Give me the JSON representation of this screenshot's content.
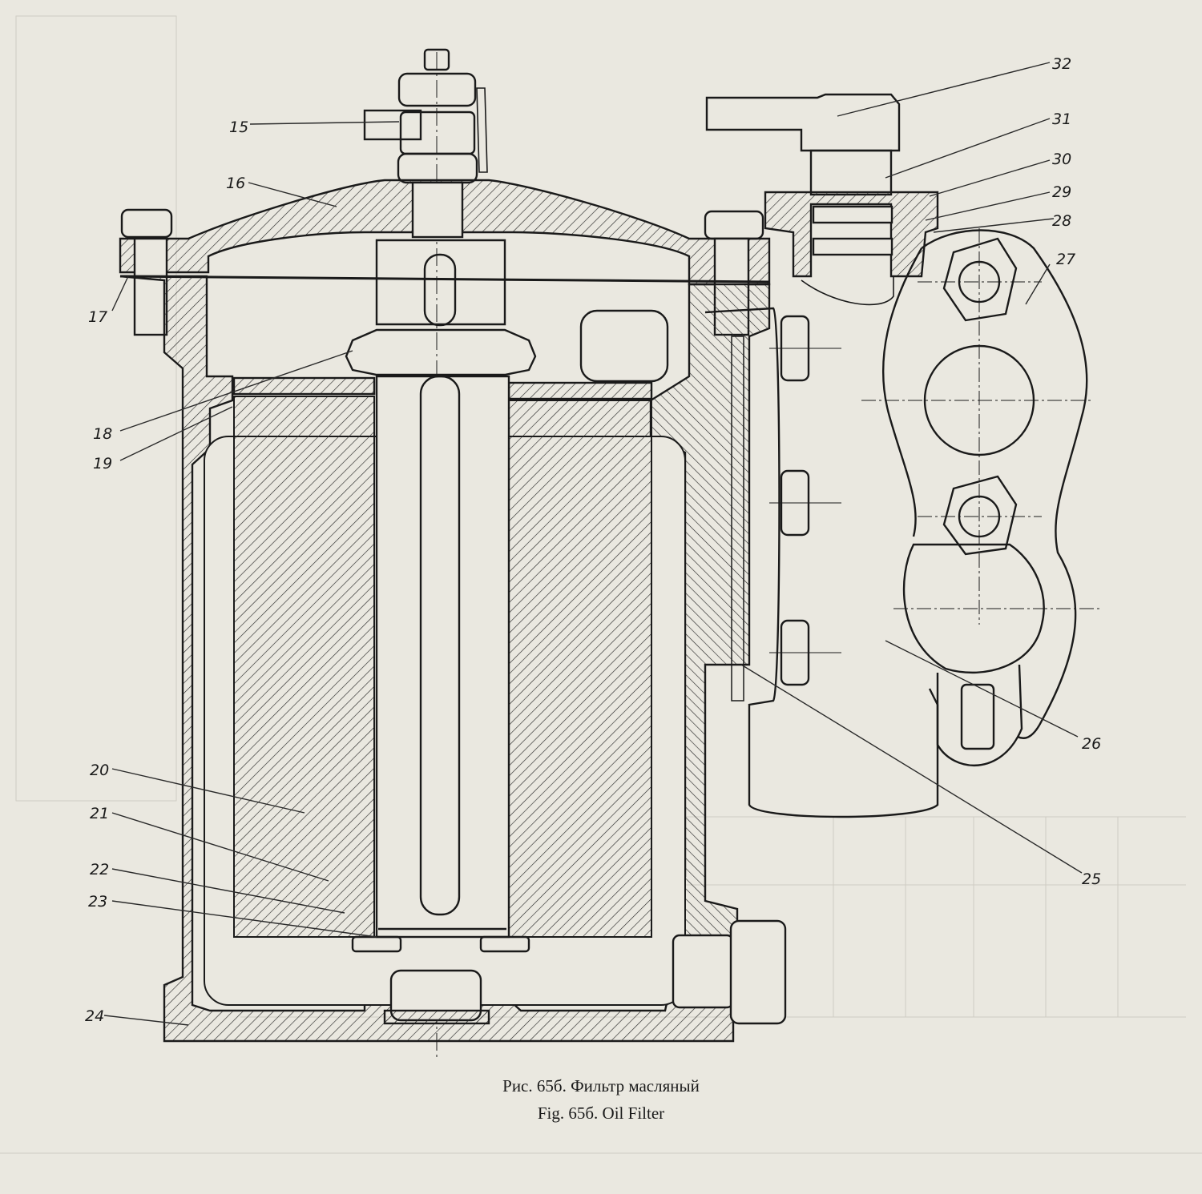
{
  "figure": {
    "caption_ru": "Рис. 65б. Фильтр масляный",
    "caption_en": "Fig. 65б. Oil Filter"
  },
  "callouts": [
    {
      "id": "15",
      "label": "15"
    },
    {
      "id": "16",
      "label": "16"
    },
    {
      "id": "17",
      "label": "17"
    },
    {
      "id": "18",
      "label": "18"
    },
    {
      "id": "19",
      "label": "19"
    },
    {
      "id": "20",
      "label": "20"
    },
    {
      "id": "21",
      "label": "21"
    },
    {
      "id": "22",
      "label": "22"
    },
    {
      "id": "23",
      "label": "23"
    },
    {
      "id": "24",
      "label": "24"
    },
    {
      "id": "25",
      "label": "25"
    },
    {
      "id": "26",
      "label": "26"
    },
    {
      "id": "27",
      "label": "27"
    },
    {
      "id": "28",
      "label": "28"
    },
    {
      "id": "29",
      "label": "29"
    },
    {
      "id": "30",
      "label": "30"
    },
    {
      "id": "31",
      "label": "31"
    },
    {
      "id": "32",
      "label": "32"
    }
  ],
  "colors": {
    "paper": "#eae8e0",
    "ink": "#1a1a1a",
    "faint": "#c9c6bd"
  }
}
